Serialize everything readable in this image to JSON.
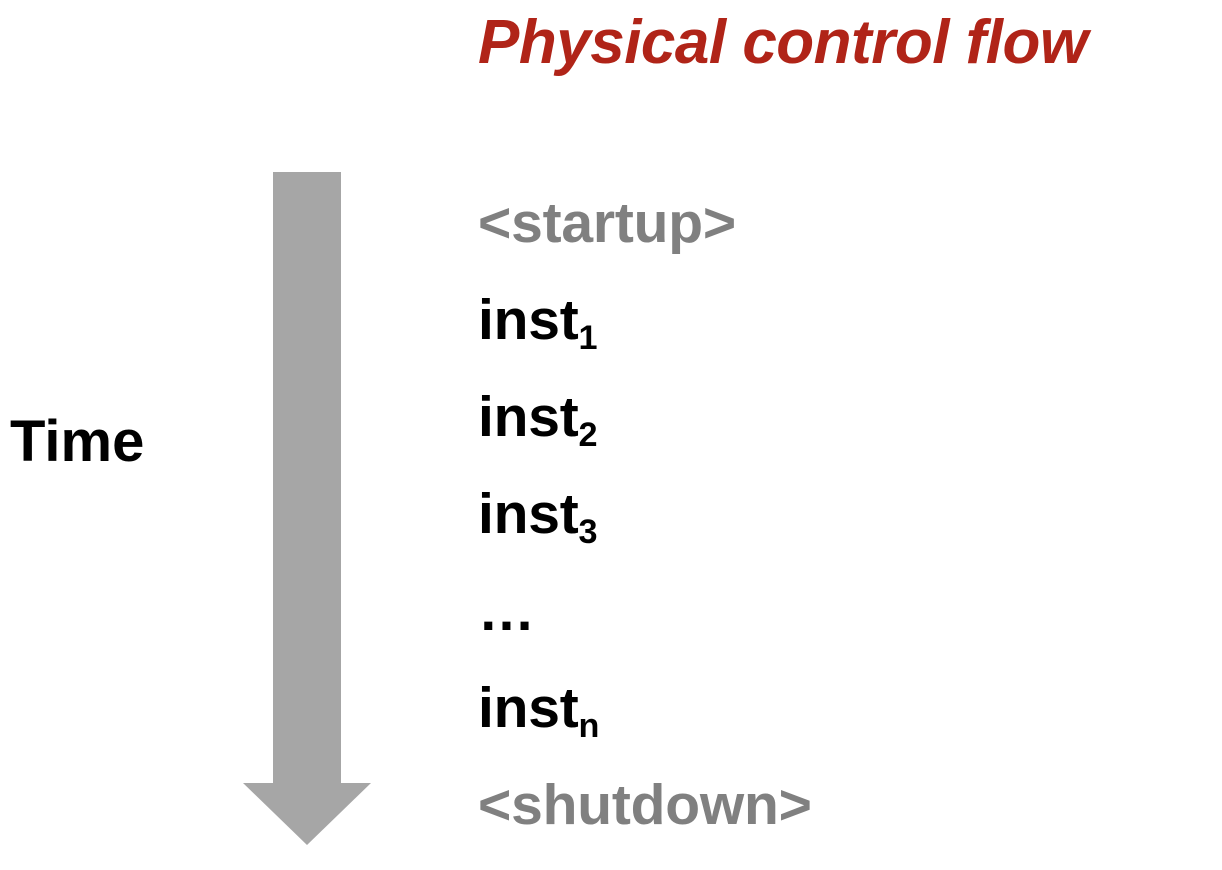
{
  "slide": {
    "title": "Physical control flow",
    "title_color": "#B02418",
    "background_color": "#FFFFFF"
  },
  "axis": {
    "label": "Time",
    "label_color": "#000000",
    "arrow": {
      "icon": "down-arrow-icon",
      "direction": "down",
      "color": "#A6A6A6"
    }
  },
  "flow": {
    "lines": [
      {
        "text": "<startup>",
        "kind": "marker",
        "color": "#808080"
      },
      {
        "base": "inst",
        "sub": "1",
        "kind": "instruction",
        "color": "#000000"
      },
      {
        "base": "inst",
        "sub": "2",
        "kind": "instruction",
        "color": "#000000"
      },
      {
        "base": "inst",
        "sub": "3",
        "kind": "instruction",
        "color": "#000000"
      },
      {
        "text": "…",
        "kind": "ellipsis",
        "color": "#000000"
      },
      {
        "base": "inst",
        "sub": "n",
        "kind": "instruction",
        "color": "#000000"
      },
      {
        "text": "<shutdown>",
        "kind": "marker",
        "color": "#808080"
      }
    ]
  }
}
